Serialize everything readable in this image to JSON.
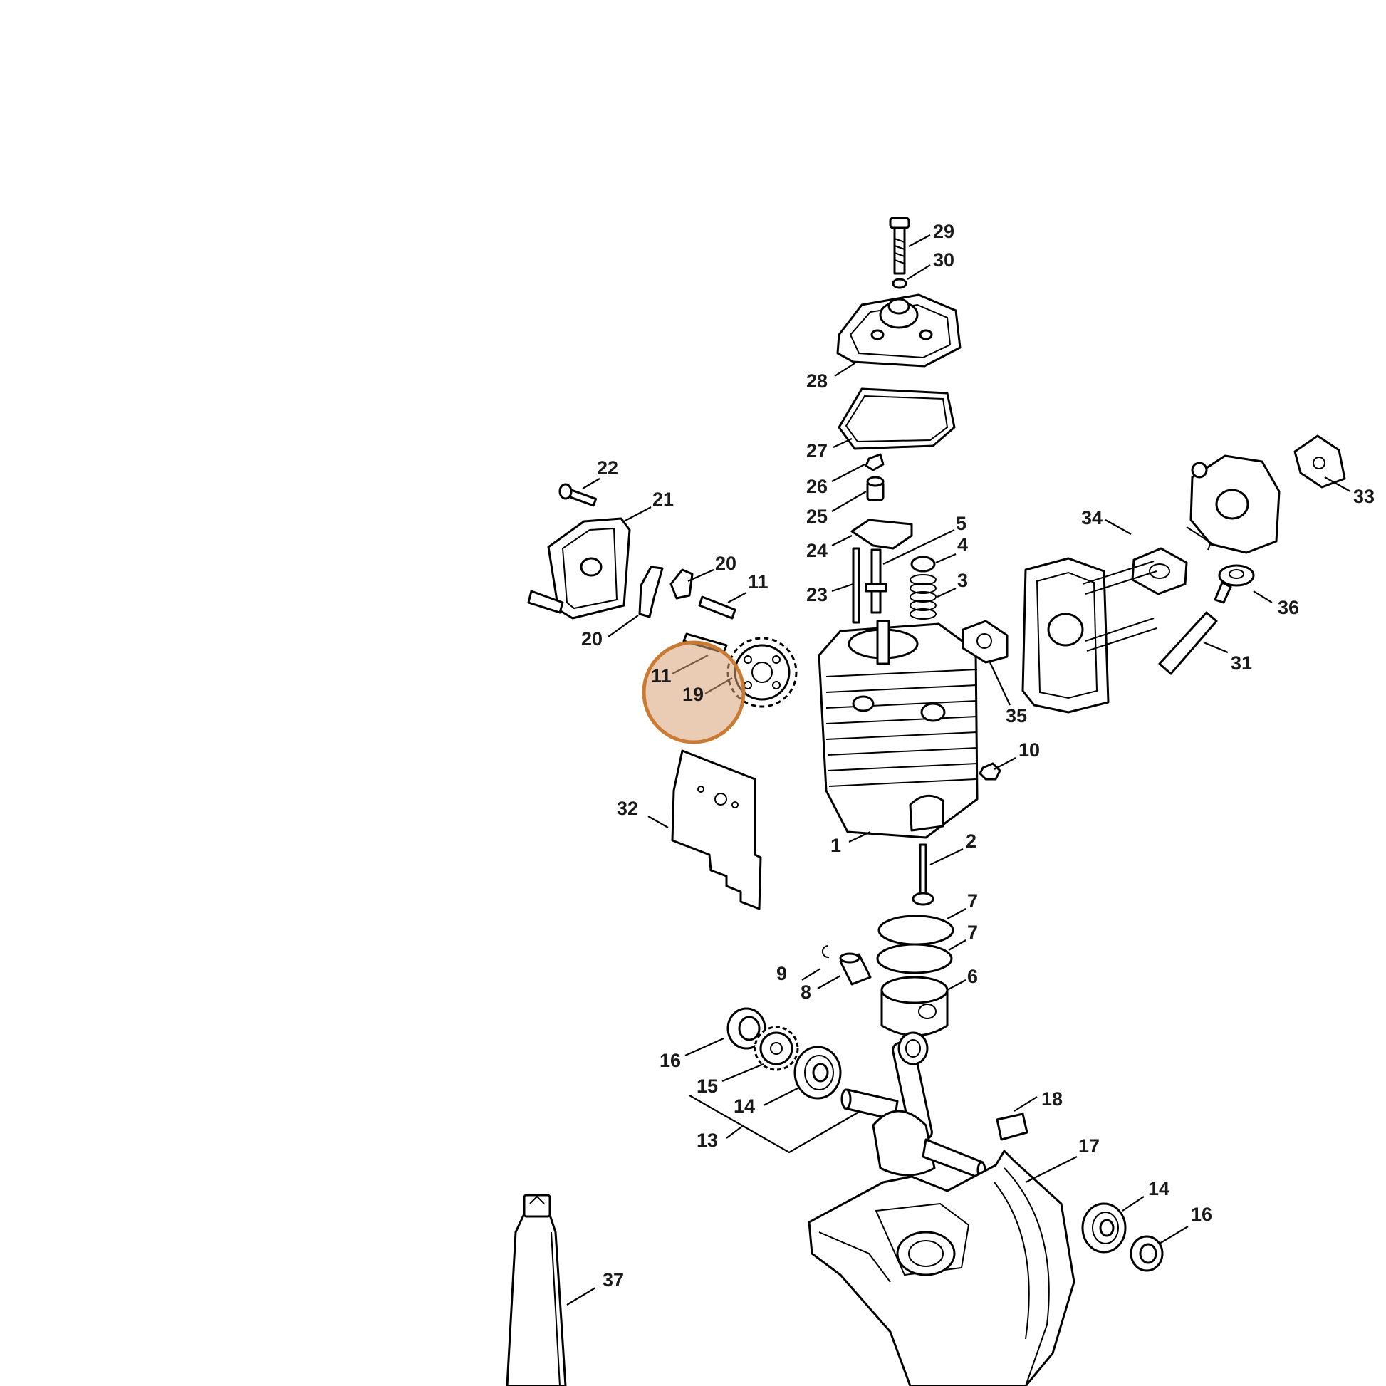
{
  "highlight": {
    "label": "19",
    "fill_color": "#d9a377",
    "stroke_color": "#c97a33"
  },
  "callouts": [
    {
      "id": "c29",
      "text": "29"
    },
    {
      "id": "c30",
      "text": "30"
    },
    {
      "id": "c28",
      "text": "28"
    },
    {
      "id": "c27",
      "text": "27"
    },
    {
      "id": "c26",
      "text": "26"
    },
    {
      "id": "c25",
      "text": "25"
    },
    {
      "id": "c24",
      "text": "24"
    },
    {
      "id": "c23",
      "text": "23"
    },
    {
      "id": "c5",
      "text": "5"
    },
    {
      "id": "c4",
      "text": "4"
    },
    {
      "id": "c3",
      "text": "3"
    },
    {
      "id": "c22",
      "text": "22"
    },
    {
      "id": "c21",
      "text": "21"
    },
    {
      "id": "c20a",
      "text": "20"
    },
    {
      "id": "c11a",
      "text": "11"
    },
    {
      "id": "c20b",
      "text": "20"
    },
    {
      "id": "c11b",
      "text": "11"
    },
    {
      "id": "c19",
      "text": "19"
    },
    {
      "id": "c33",
      "text": "33"
    },
    {
      "id": "c34",
      "text": "34"
    },
    {
      "id": "c36",
      "text": "36"
    },
    {
      "id": "c31",
      "text": "31"
    },
    {
      "id": "c35",
      "text": "35"
    },
    {
      "id": "c10",
      "text": "10"
    },
    {
      "id": "c32",
      "text": "32"
    },
    {
      "id": "c1",
      "text": "1"
    },
    {
      "id": "c2",
      "text": "2"
    },
    {
      "id": "c7a",
      "text": "7"
    },
    {
      "id": "c7b",
      "text": "7"
    },
    {
      "id": "c9",
      "text": "9"
    },
    {
      "id": "c6",
      "text": "6"
    },
    {
      "id": "c8",
      "text": "8"
    },
    {
      "id": "c16a",
      "text": "16"
    },
    {
      "id": "c15",
      "text": "15"
    },
    {
      "id": "c14a",
      "text": "14"
    },
    {
      "id": "c13",
      "text": "13"
    },
    {
      "id": "c18",
      "text": "18"
    },
    {
      "id": "c17",
      "text": "17"
    },
    {
      "id": "c14b",
      "text": "14"
    },
    {
      "id": "c16b",
      "text": "16"
    },
    {
      "id": "c37",
      "text": "37"
    }
  ]
}
